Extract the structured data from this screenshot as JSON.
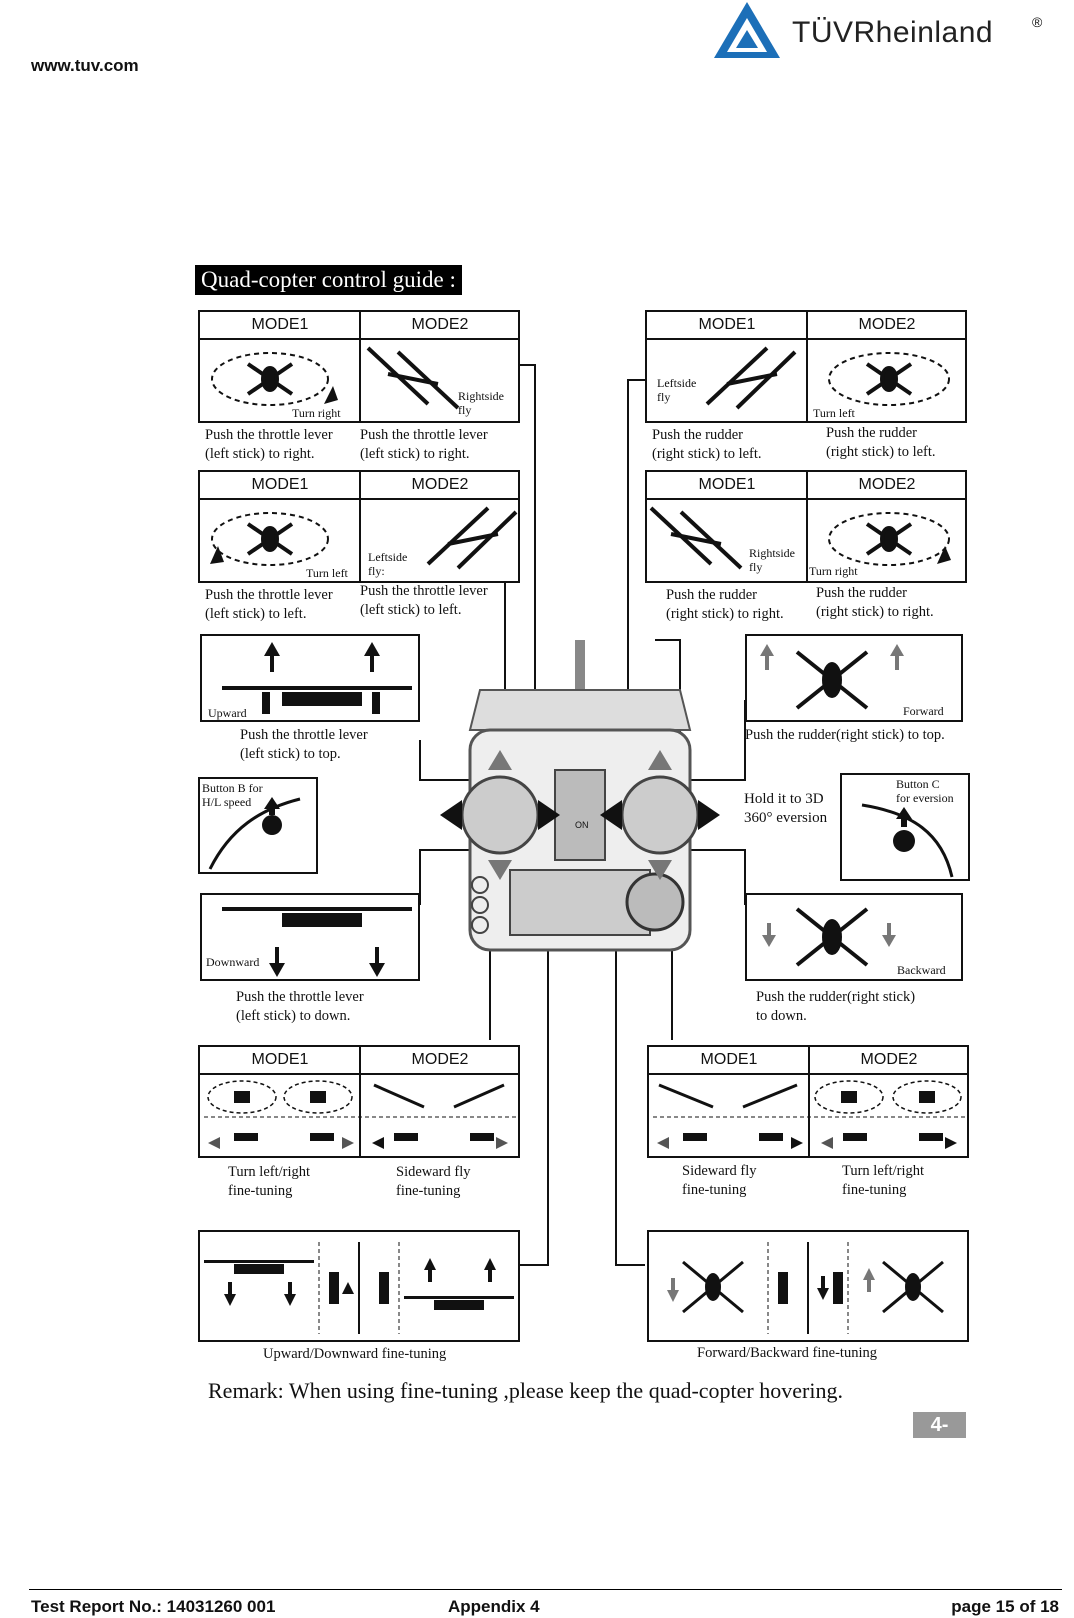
{
  "header": {
    "url": "www.tuv.com",
    "brand": "TÜVRheinland",
    "brand_reg": "®"
  },
  "colors": {
    "brand_blue": "#1c6fb8",
    "ink": "#111111",
    "badge_gray": "#999999"
  },
  "guide": {
    "title": "Quad-copter control guide :",
    "panels": {
      "p1": {
        "m1": "MODE1",
        "m2": "MODE2",
        "tag1": "Turn right",
        "tag2": "Rightside\nfly",
        "cap1": "Push the throttle lever\n(left stick) to right.",
        "cap2": "Push the throttle lever\n(left stick) to right."
      },
      "p2": {
        "m1": "MODE1",
        "m2": "MODE2",
        "tag1": "Turn left",
        "tag2": "Leftside\nfly:",
        "cap1": "Push the throttle lever\n(left stick) to left.",
        "cap2": "Push the throttle lever\n(left stick) to left."
      },
      "p3": {
        "m1": "MODE1",
        "m2": "MODE2",
        "tag1": "Leftside\nfly",
        "tag2": "Turn left",
        "cap1": "Push the rudder\n(right stick) to left.",
        "cap2": "Push the rudder\n(right stick) to left."
      },
      "p4": {
        "m1": "MODE1",
        "m2": "MODE2",
        "tag1": "Rightside\nfly",
        "tag2": "Turn right",
        "cap1": "Push the rudder\n(right stick) to right.",
        "cap2": "Push the rudder\n(right stick) to right."
      },
      "upward": {
        "tag": "Upward",
        "cap": "Push the throttle lever\n(left stick) to top."
      },
      "forward": {
        "tag": "Forward",
        "cap": "Push the rudder(right stick) to top."
      },
      "buttonB": {
        "tag": "Button B for\nH/L speed"
      },
      "buttonC": {
        "tag": "Button C\nfor eversion",
        "cap": "Hold it to 3D\n360° eversion"
      },
      "downward": {
        "tag": "Downward",
        "cap": "Push the throttle lever\n(left stick) to down."
      },
      "backward": {
        "tag": "Backward",
        "cap": "Push the rudder(right stick)\nto down."
      },
      "ft_left": {
        "m1": "MODE1",
        "m2": "MODE2",
        "cap1": "Turn left/right\nfine-tuning",
        "cap2": "Sideward fly\nfine-tuning"
      },
      "ft_right": {
        "m1": "MODE1",
        "m2": "MODE2",
        "cap1": "Sideward fly\nfine-tuning",
        "cap2": "Turn left/right\nfine-tuning"
      },
      "ud": {
        "cap": "Upward/Downward fine-tuning"
      },
      "fb": {
        "cap": "Forward/Backward fine-tuning"
      }
    },
    "remote_labels": {
      "on": "ON"
    },
    "remark": "Remark: When using fine-tuning ,please keep the quad-copter hovering.",
    "page_badge": "4-"
  },
  "footer": {
    "report": "Test Report No.:   14031260 001",
    "appendix": "Appendix 4",
    "page": "page 15 of 18"
  }
}
